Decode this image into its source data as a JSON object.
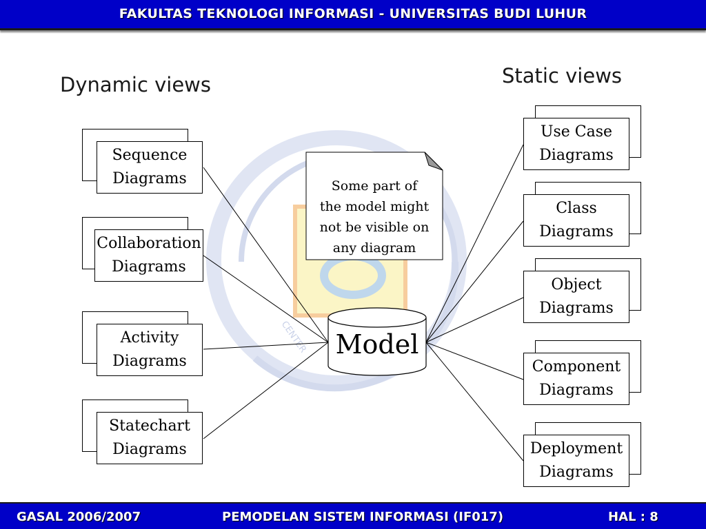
{
  "header": {
    "title": "FAKULTAS TEKNOLOGI INFORMASI - UNIVERSITAS BUDI LUHUR"
  },
  "footer": {
    "semester": "GASAL 2006/2007",
    "course": "PEMODELAN SISTEM INFORMASI (IF017)",
    "page": "HAL : 8"
  },
  "diagram": {
    "dynamic_heading": "Dynamic views",
    "static_heading": "Static views",
    "model_label": "Model",
    "note": "Some part of\nthe model might\nnot be visible on\nany diagram",
    "dynamic_views": [
      {
        "label": "Sequence\nDiagrams"
      },
      {
        "label": "Collaboration\nDiagrams"
      },
      {
        "label": "Activity\nDiagrams"
      },
      {
        "label": "Statechart\nDiagrams"
      }
    ],
    "static_views": [
      {
        "label": "Use Case\nDiagrams"
      },
      {
        "label": "Class\nDiagrams"
      },
      {
        "label": "Object\nDiagrams"
      },
      {
        "label": "Component\nDiagrams"
      },
      {
        "label": "Deployment\nDiagrams"
      }
    ],
    "watermark_text": "CENTER",
    "colors": {
      "header_bg": "#0000c8",
      "watermark_ring": "#c8d0e8",
      "watermark_yellow": "#f8f0b0",
      "watermark_orange": "#f5b27a"
    }
  }
}
